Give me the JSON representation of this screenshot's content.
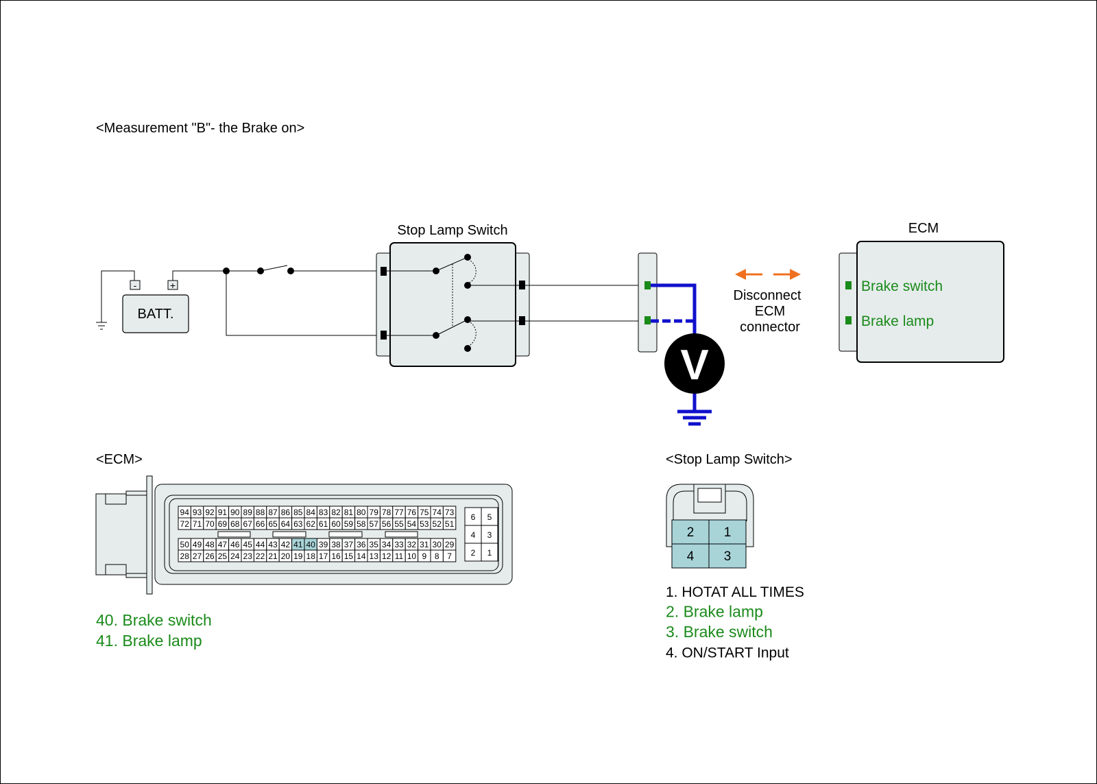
{
  "title": "<Measurement \"B\"- the Brake on>",
  "circuit": {
    "battery_label": "BATT.",
    "battery_neg": "-",
    "battery_pos": "+",
    "switch_title": "Stop Lamp Switch",
    "ecm_title": "ECM",
    "ecm_pin_brake_switch": "Brake switch",
    "ecm_pin_brake_lamp": "Brake lamp",
    "disconnect_line1": "Disconnect",
    "disconnect_line2": "ECM",
    "disconnect_line3": "connector",
    "meter_symbol": "V"
  },
  "ecm_connector": {
    "heading": "<ECM>",
    "row1": [
      "94",
      "93",
      "92",
      "91",
      "90",
      "89",
      "88",
      "87",
      "86",
      "85",
      "84",
      "83",
      "82",
      "81",
      "80",
      "79",
      "78",
      "77",
      "76",
      "75",
      "74",
      "73"
    ],
    "row2": [
      "72",
      "71",
      "70",
      "69",
      "68",
      "67",
      "66",
      "65",
      "64",
      "63",
      "62",
      "61",
      "60",
      "59",
      "58",
      "57",
      "56",
      "55",
      "54",
      "53",
      "52",
      "51"
    ],
    "row3": [
      "50",
      "49",
      "48",
      "47",
      "46",
      "45",
      "44",
      "43",
      "42",
      "41",
      "40",
      "39",
      "38",
      "37",
      "36",
      "35",
      "34",
      "33",
      "32",
      "31",
      "30",
      "29"
    ],
    "row4": [
      "28",
      "27",
      "26",
      "25",
      "24",
      "23",
      "22",
      "21",
      "20",
      "19",
      "18",
      "17",
      "16",
      "15",
      "14",
      "13",
      "12",
      "11",
      "10",
      "9",
      "8",
      "7"
    ],
    "small_block": [
      [
        "6",
        "5"
      ],
      [
        "4",
        "3"
      ],
      [
        "2",
        "1"
      ]
    ],
    "highlighted_pins": [
      "41",
      "40"
    ],
    "legend": [
      "40. Brake switch",
      "41. Brake lamp"
    ]
  },
  "switch_connector": {
    "heading": "<Stop Lamp Switch>",
    "pins": [
      [
        "2",
        "1"
      ],
      [
        "4",
        "3"
      ]
    ],
    "legend": [
      {
        "text": "1. HOTAT ALL TIMES",
        "color": "#000000"
      },
      {
        "text": "2. Brake lamp",
        "color": "#1a8a1a"
      },
      {
        "text": "3. Brake switch",
        "color": "#1a8a1a"
      },
      {
        "text": "4. ON/START Input",
        "color": "#000000"
      }
    ]
  },
  "colors": {
    "signal_green": "#1a8a1a",
    "probe_blue": "#1010cc",
    "arrow_orange": "#f07020",
    "pin_highlight": "#a8d4d8",
    "component_fill": "#e6ecec"
  }
}
